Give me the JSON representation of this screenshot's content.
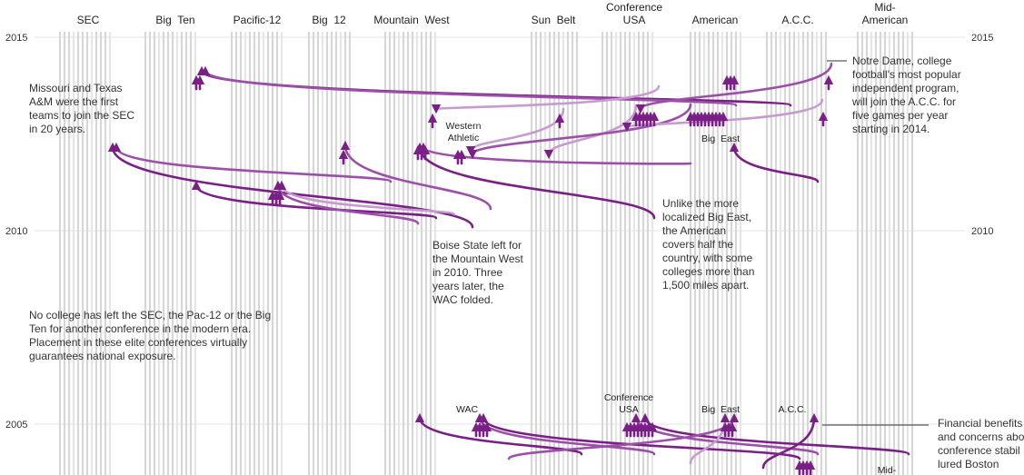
{
  "chart_data": {
    "type": "alluvial",
    "y_axis": {
      "ticks": [
        "2015",
        "2010",
        "2005"
      ]
    },
    "conferences": [
      {
        "name": "SEC",
        "strands": 12
      },
      {
        "name": "Big  Ten",
        "strands": 12
      },
      {
        "name": "Pacific-12",
        "strands": 12
      },
      {
        "name": "Big  12",
        "strands": 10
      },
      {
        "name": "Mountain  West",
        "strands": 12
      },
      {
        "name": "Sun  Belt",
        "strands": 11
      },
      {
        "name": "Conference\nUSA",
        "strands": 12
      },
      {
        "name": "American",
        "strands": 12
      },
      {
        "name": "A.C.C.",
        "strands": 14
      },
      {
        "name": "Mid-\nAmerican",
        "strands": 13
      }
    ],
    "in_chart_labels": [
      "Western\nAthletic",
      "Big  East",
      "WAC",
      "Conference\nUSA",
      "Big  East",
      "A.C.C.",
      "Mid-"
    ],
    "annotations": [
      "Missouri and Texas\nA&M were the first\nteams to join the SEC\nin 20 years.",
      "Notre Dame, college\nfootball's most popular\nindependent program,\nwill join the A.C.C. for\nfive games per year\nstarting in 2014.",
      "Unlike the more\nlocalized Big East,\nthe American\ncovers half the\ncountry, with some\ncolleges more than\n1,500 miles apart.",
      "Boise State left for\nthe Mountain West\nin 2010. Three\nyears later, the\nWAC folded.",
      "No college has left the SEC, the Pac-12 or the Big\nTen for another conference in the modern era.\nPlacement in these elite conferences virtually\nguarantees national exposure.",
      "Financial benefits\nand concerns abo\nconference stabil\nlured Boston"
    ],
    "colors": {
      "strand": "#d7d7d7",
      "flow_dark": "#7a1f86",
      "flow_mid": "#9c4fa8",
      "flow_light": "#c89bd0",
      "text": "#222222"
    }
  }
}
